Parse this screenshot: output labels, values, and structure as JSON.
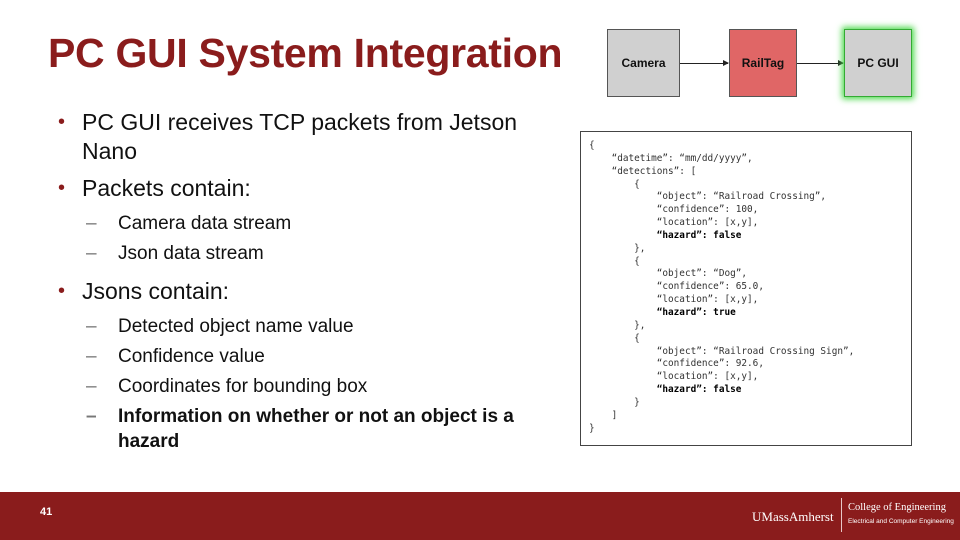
{
  "slide": {
    "title": "PC GUI System Integration",
    "page_number": "41"
  },
  "flow": {
    "boxes": [
      "Camera",
      "RailTag",
      "PC GUI"
    ],
    "colors": {
      "camera": "#d0d0d0",
      "railtag": "#e06666",
      "pcgui": "#d0d0d0",
      "glow": "#4cd94c"
    }
  },
  "bullets": {
    "b1": "PC GUI receives TCP packets from Jetson Nano",
    "b2": "Packets contain:",
    "b2_sub": [
      "Camera data stream",
      "Json data stream"
    ],
    "b3": "Jsons contain:",
    "b3_sub": [
      "Detected object name value",
      "Confidence value",
      "Coordinates for bounding box",
      "Information on whether or not an object is a hazard"
    ],
    "dash": "–"
  },
  "code_lines": [
    "{",
    "    “datetime”: “mm/dd/yyyy”,",
    "    “detections”: [",
    "        {",
    "            “object”: “Railroad Crossing”,",
    "            “confidence”: 100,",
    "            “location”: [x,y],",
    "            “hazard”: false",
    "        },",
    "        {",
    "            “object”: “Dog”,",
    "            “confidence”: 65.0,",
    "            “location”: [x,y],",
    "            “hazard”: true",
    "        },",
    "        {",
    "            “object”: “Railroad Crossing Sign”,",
    "            “confidence”: 92.6,",
    "            “location”: [x,y],",
    "            “hazard”: false",
    "        }",
    "    ]",
    "}"
  ],
  "footer": {
    "university": "UMassAmherst",
    "college": "College of Engineering",
    "department": "Electrical and Computer Engineering",
    "background": "#8a1c1c"
  },
  "theme": {
    "accent": "#8a1c1c"
  }
}
